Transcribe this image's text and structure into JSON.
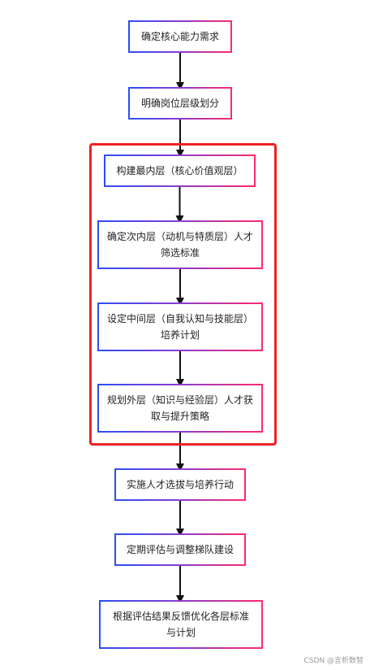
{
  "nodes": [
    {
      "id": "n1",
      "label": "确定核心能力需求"
    },
    {
      "id": "n2",
      "label": "明确岗位层级划分"
    },
    {
      "id": "n3",
      "label": "构建最内层（核心价值观层）"
    },
    {
      "id": "n4",
      "label": "确定次内层（动机与特质层）人才筛选标准"
    },
    {
      "id": "n5",
      "label": "设定中间层（自我认知与技能层）培养计划"
    },
    {
      "id": "n6",
      "label": "规划外层（知识与经验层）人才获取与提升策略"
    },
    {
      "id": "n7",
      "label": "实施人才选拔与培养行动"
    },
    {
      "id": "n8",
      "label": "定期评估与调整梯队建设"
    },
    {
      "id": "n9",
      "label": "根据评估结果反馈优化各层标准与计划"
    }
  ],
  "edges": [
    [
      "n1",
      "n2"
    ],
    [
      "n2",
      "n3"
    ],
    [
      "n3",
      "n4"
    ],
    [
      "n4",
      "n5"
    ],
    [
      "n5",
      "n6"
    ],
    [
      "n6",
      "n7"
    ],
    [
      "n7",
      "n8"
    ],
    [
      "n8",
      "n9"
    ]
  ],
  "group": {
    "members": [
      "n3",
      "n4",
      "n5",
      "n6"
    ],
    "color": "#ee2222"
  },
  "colors": {
    "border_start": "#2b4ff2",
    "border_end": "#ff2a6a",
    "arrow": "#111111"
  },
  "watermark": "CSDN @言析数智"
}
